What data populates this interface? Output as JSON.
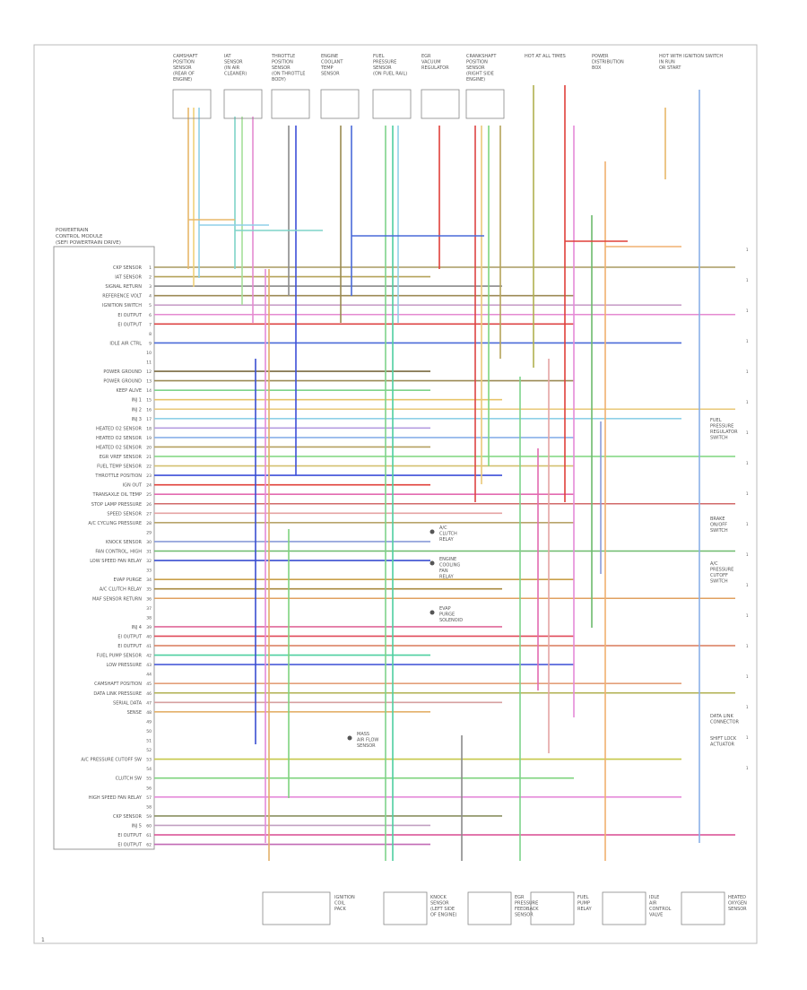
{
  "diagram": {
    "page_mark": "1",
    "pcm_title": [
      "POWERTRAIN",
      "CONTROL MODULE",
      "(SEFI POWERTRAIN DRIVE)"
    ],
    "pcm_pins": [
      {
        "label": "CKP SENSOR",
        "color": "#a89a60",
        "terminal": ""
      },
      {
        "label": "IAT SENSOR",
        "color": "#b5a35a",
        "terminal": ""
      },
      {
        "label": "SIGNAL RETURN",
        "color": "#8a8a8a",
        "terminal": ""
      },
      {
        "label": "REFERENCE VOLT",
        "color": "#9c8a55",
        "terminal": ""
      },
      {
        "label": "IGNITION SWITCH",
        "color": "#c9a0c9",
        "terminal": ""
      },
      {
        "label": "EI OUTPUT",
        "color": "#e58ad0",
        "terminal": ""
      },
      {
        "label": "EI OUTPUT",
        "color": "#d44",
        "terminal": ""
      },
      {
        "label": "",
        "color": "",
        "terminal": ""
      },
      {
        "label": "IDLE AIR CTRL",
        "color": "#4a6ad8",
        "terminal": ""
      },
      {
        "label": "",
        "color": "",
        "terminal": ""
      },
      {
        "label": "",
        "color": "",
        "terminal": ""
      },
      {
        "label": "POWER GROUND",
        "color": "#7a6a40",
        "terminal": ""
      },
      {
        "label": "POWER GROUND",
        "color": "#9b8a55",
        "terminal": ""
      },
      {
        "label": "KEEP ALIVE",
        "color": "#7ed38a",
        "terminal": ""
      },
      {
        "label": "INJ 1",
        "color": "#e8c56a",
        "terminal": ""
      },
      {
        "label": "INJ 2",
        "color": "#e9c878",
        "terminal": ""
      },
      {
        "label": "INJ 3",
        "color": "#8fd0e8",
        "terminal": ""
      },
      {
        "label": "HEATED O2 SENSOR",
        "color": "#b59de0",
        "terminal": ""
      },
      {
        "label": "HEATED O2 SENSOR",
        "color": "#8ab0e8",
        "terminal": ""
      },
      {
        "label": "HEATED O2 SENSOR",
        "color": "#b5a060",
        "terminal": ""
      },
      {
        "label": "EGR VREF SENSOR",
        "color": "#7fd67f",
        "terminal": ""
      },
      {
        "label": "FUEL TEMP SENSOR",
        "color": "#d4c070",
        "terminal": ""
      },
      {
        "label": "THROTTLE POSITION",
        "color": "#3d4fd8",
        "terminal": ""
      },
      {
        "label": "IGN OUT",
        "color": "#e0403a",
        "terminal": ""
      },
      {
        "label": "TRANSAXLE OIL TEMP",
        "color": "#e36bb0",
        "terminal": ""
      },
      {
        "label": "STOP LAMP PRESSURE",
        "color": "#d26a6a",
        "terminal": ""
      },
      {
        "label": "SPEED SENSOR",
        "color": "#e5a3a3",
        "terminal": ""
      },
      {
        "label": "A/C CYCLING PRESSURE",
        "color": "#b8a46a",
        "terminal": ""
      },
      {
        "label": "",
        "color": "",
        "terminal": ""
      },
      {
        "label": "KNOCK SENSOR",
        "color": "#8a9bd8",
        "terminal": ""
      },
      {
        "label": "FAN CONTROL, HIGH",
        "color": "#6dbb6d",
        "terminal": ""
      },
      {
        "label": "LOW SPEED FAN RELAY",
        "color": "#3a4ed0",
        "terminal": ""
      },
      {
        "label": "",
        "color": "",
        "terminal": ""
      },
      {
        "label": "EVAP PURGE",
        "color": "#c9a04a",
        "terminal": ""
      },
      {
        "label": "A/C CLUTCH RELAY",
        "color": "#a88a40",
        "terminal": ""
      },
      {
        "label": "MAF SENSOR RETURN",
        "color": "#e0a060",
        "terminal": ""
      },
      {
        "label": "",
        "color": "",
        "terminal": ""
      },
      {
        "label": "",
        "color": "",
        "terminal": ""
      },
      {
        "label": "INJ 4",
        "color": "#e06a9a",
        "terminal": ""
      },
      {
        "label": "EI OUTPUT",
        "color": "#e04a5a",
        "terminal": ""
      },
      {
        "label": "EI OUTPUT",
        "color": "#d97a5a",
        "terminal": ""
      },
      {
        "label": "FUEL PUMP SENSOR",
        "color": "#4ecfa0",
        "terminal": ""
      },
      {
        "label": "LOW PRESSURE",
        "color": "#4a5bd8",
        "terminal": ""
      },
      {
        "label": "",
        "color": "",
        "terminal": ""
      },
      {
        "label": "CAMSHAFT POSITION",
        "color": "#e3a07a",
        "terminal": ""
      },
      {
        "label": "DATA LINK PRESSURE",
        "color": "#b0b050",
        "terminal": ""
      },
      {
        "label": "SERIAL DATA",
        "color": "#d6a0a0",
        "terminal": ""
      },
      {
        "label": "SENSE",
        "color": "#e3b16a",
        "terminal": ""
      },
      {
        "label": "",
        "color": "",
        "terminal": ""
      },
      {
        "label": "",
        "color": "",
        "terminal": ""
      },
      {
        "label": "",
        "color": "",
        "terminal": ""
      },
      {
        "label": "",
        "color": "",
        "terminal": ""
      },
      {
        "label": "A/C PRESSURE CUTOFF SW",
        "color": "#c6c84a",
        "terminal": ""
      },
      {
        "label": "",
        "color": "",
        "terminal": ""
      },
      {
        "label": "CLUTCH SW",
        "color": "#7ed37e",
        "terminal": ""
      },
      {
        "label": "",
        "color": "",
        "terminal": ""
      },
      {
        "label": "HIGH SPEED FAN RELAY",
        "color": "#e58bd9",
        "terminal": ""
      },
      {
        "label": "",
        "color": "",
        "terminal": ""
      },
      {
        "label": "CKP SENSOR",
        "color": "#8a9060",
        "terminal": ""
      },
      {
        "label": "INJ 5",
        "color": "#c1a0c1",
        "terminal": ""
      },
      {
        "label": "EI OUTPUT",
        "color": "#d84a90",
        "terminal": ""
      },
      {
        "label": "EI OUTPUT",
        "color": "#c26ab5",
        "terminal": ""
      }
    ],
    "top_components": [
      [
        "CAMSHAFT",
        "POSITION",
        "SENSOR",
        "(REAR OF",
        "ENGINE)"
      ],
      [
        "IAT",
        "SENSOR",
        "(IN AIR",
        "CLEANER)"
      ],
      [
        "THROTTLE",
        "POSITION",
        "SENSOR",
        "(ON THROTTLE",
        "BODY)"
      ],
      [
        "ENGINE",
        "COOLANT",
        "TEMP",
        "SENSOR"
      ],
      [
        "FUEL",
        "PRESSURE",
        "SENSOR",
        "(ON FUEL RAIL)"
      ],
      [
        "EGR",
        "VACUUM",
        "REGULATOR"
      ],
      [
        "CRANKSHAFT",
        "POSITION",
        "SENSOR",
        "(RIGHT SIDE",
        "ENGINE)"
      ],
      [
        "HOT AT ALL TIMES"
      ],
      [
        "POWER",
        "DISTRIBUTION",
        "BOX"
      ],
      [
        "HOT WITH IGNITION SWITCH",
        "IN RUN",
        "OR START"
      ]
    ],
    "right_components": [
      [
        "FUEL",
        "PRESSURE",
        "REGULATOR",
        "SWITCH"
      ],
      [
        "BRAKE",
        "ON/OFF",
        "SWITCH"
      ],
      [
        "A/C",
        "PRESSURE",
        "CUTOFF",
        "SWITCH"
      ],
      [
        "DATA LINK",
        "CONNECTOR"
      ],
      [
        "SHIFT LOCK",
        "ACTUATOR"
      ]
    ],
    "bottom_components": [
      [
        "IGNITION",
        "COIL",
        "PACK"
      ],
      [
        "KNOCK",
        "SENSOR",
        "(LEFT SIDE",
        "OF ENGINE)"
      ],
      [
        "EGR",
        "PRESSURE",
        "FEEDBACK",
        "SENSOR"
      ],
      [
        "FUEL",
        "PUMP",
        "RELAY"
      ],
      [
        "IDLE",
        "AIR",
        "CONTROL",
        "VALVE"
      ],
      [
        "HEATED",
        "OXYGEN",
        "SENSOR"
      ]
    ],
    "mid_components": [
      [
        "A/C",
        "CLUTCH",
        "RELAY"
      ],
      [
        "ENGINE",
        "COOLING",
        "FAN",
        "RELAY"
      ],
      [
        "EVAP",
        "PURGE",
        "SOLENOID"
      ],
      [
        "MASS",
        "AIR FLOW",
        "SENSOR"
      ]
    ]
  }
}
